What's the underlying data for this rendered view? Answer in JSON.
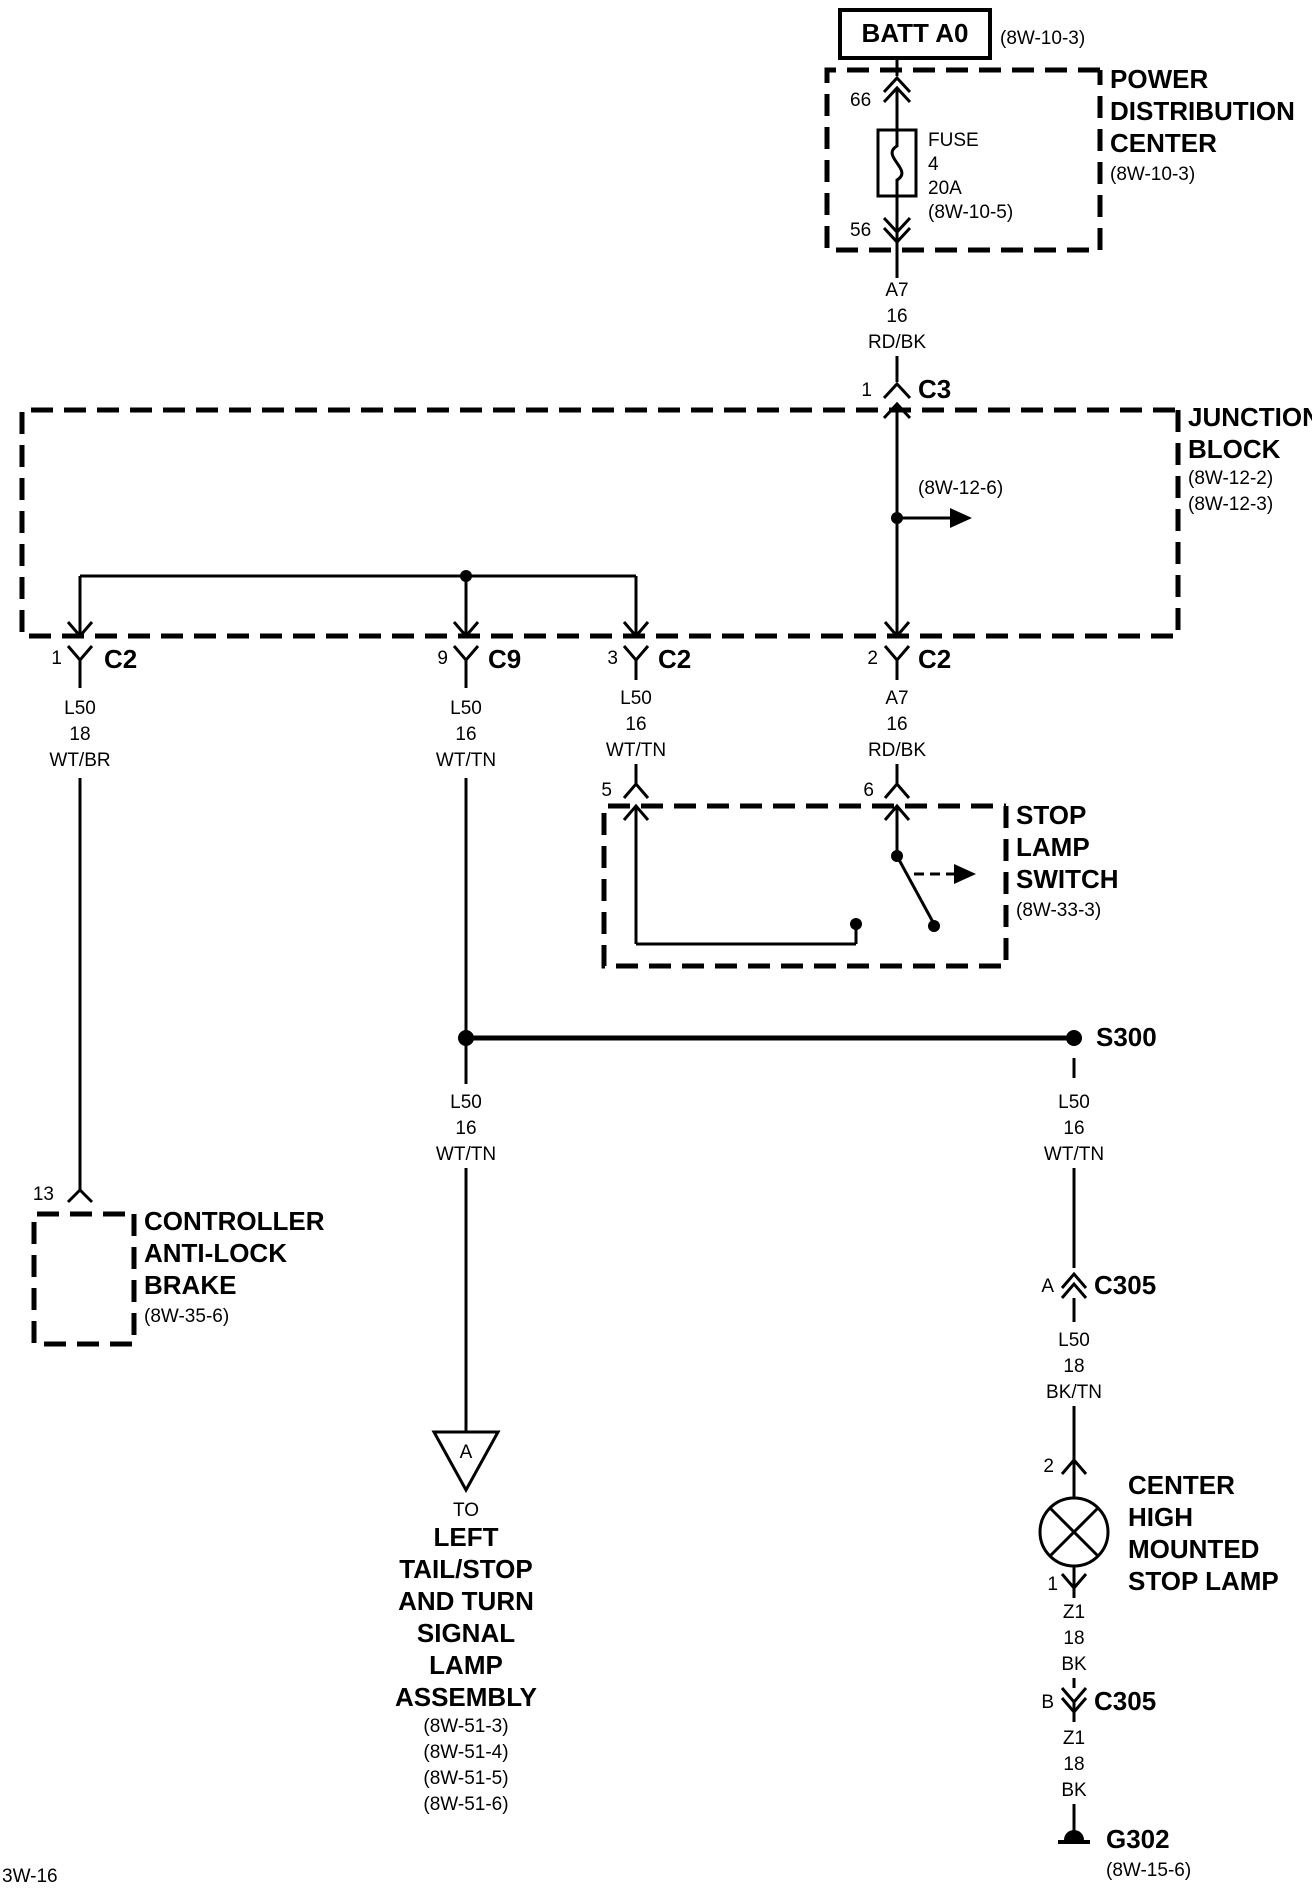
{
  "battery": {
    "label": "BATT A0",
    "ref": "(8W-10-3)"
  },
  "pdc": {
    "line1": "POWER",
    "line2": "DISTRIBUTION",
    "line3": "CENTER",
    "ref": "(8W-10-3)",
    "pin_top": "66",
    "pin_bottom": "56",
    "fuse": {
      "line1": "FUSE",
      "line2": "4",
      "line3": "20A",
      "ref": "(8W-10-5)"
    }
  },
  "wire_a7_top": {
    "circuit": "A7",
    "gauge": "16",
    "color": "RD/BK"
  },
  "junction_block": {
    "line1": "JUNCTION",
    "line2": "BLOCK",
    "ref1": "(8W-12-2)",
    "ref2": "(8W-12-3)",
    "branch_ref": "(8W-12-6)",
    "c3": {
      "pin": "1",
      "name": "C3"
    },
    "c2_1": {
      "pin": "1",
      "name": "C2"
    },
    "c9_9": {
      "pin": "9",
      "name": "C9"
    },
    "c2_3": {
      "pin": "3",
      "name": "C2"
    },
    "c2_2": {
      "pin": "2",
      "name": "C2"
    }
  },
  "wire_l50_br": {
    "circuit": "L50",
    "gauge": "18",
    "color": "WT/BR"
  },
  "wire_l50_c9": {
    "circuit": "L50",
    "gauge": "16",
    "color": "WT/TN"
  },
  "wire_l50_sw": {
    "circuit": "L50",
    "gauge": "16",
    "color": "WT/TN"
  },
  "wire_a7_sw": {
    "circuit": "A7",
    "gauge": "16",
    "color": "RD/BK"
  },
  "stop_switch": {
    "line1": "STOP",
    "line2": "LAMP",
    "line3": "SWITCH",
    "ref": "(8W-33-3)",
    "pin_left": "5",
    "pin_right": "6"
  },
  "splice": {
    "name": "S300"
  },
  "wire_l50_left": {
    "circuit": "L50",
    "gauge": "16",
    "color": "WT/TN"
  },
  "wire_l50_right": {
    "circuit": "L50",
    "gauge": "16",
    "color": "WT/TN"
  },
  "abs": {
    "line1": "CONTROLLER",
    "line2": "ANTI-LOCK",
    "line3": "BRAKE",
    "ref": "(8W-35-6)",
    "pin": "13"
  },
  "c305a": {
    "pin": "A",
    "name": "C305"
  },
  "wire_l50_bktn": {
    "circuit": "L50",
    "gauge": "18",
    "color": "BK/TN"
  },
  "chmsl": {
    "line1": "CENTER",
    "line2": "HIGH",
    "line3": "MOUNTED",
    "line4": "STOP LAMP",
    "pin_top": "2",
    "pin_bottom": "1"
  },
  "wire_z1_a": {
    "circuit": "Z1",
    "gauge": "18",
    "color": "BK"
  },
  "c305b": {
    "pin": "B",
    "name": "C305"
  },
  "wire_z1_b": {
    "circuit": "Z1",
    "gauge": "18",
    "color": "BK"
  },
  "ground": {
    "name": "G302",
    "ref": "(8W-15-6)"
  },
  "offpage": {
    "letter": "A",
    "to": "TO",
    "line1": "LEFT",
    "line2": "TAIL/STOP",
    "line3": "AND TURN",
    "line4": "SIGNAL",
    "line5": "LAMP",
    "line6": "ASSEMBLY",
    "refs": [
      "(8W-51-3)",
      "(8W-51-4)",
      "(8W-51-5)",
      "(8W-51-6)"
    ]
  },
  "page_number": "3W-16"
}
